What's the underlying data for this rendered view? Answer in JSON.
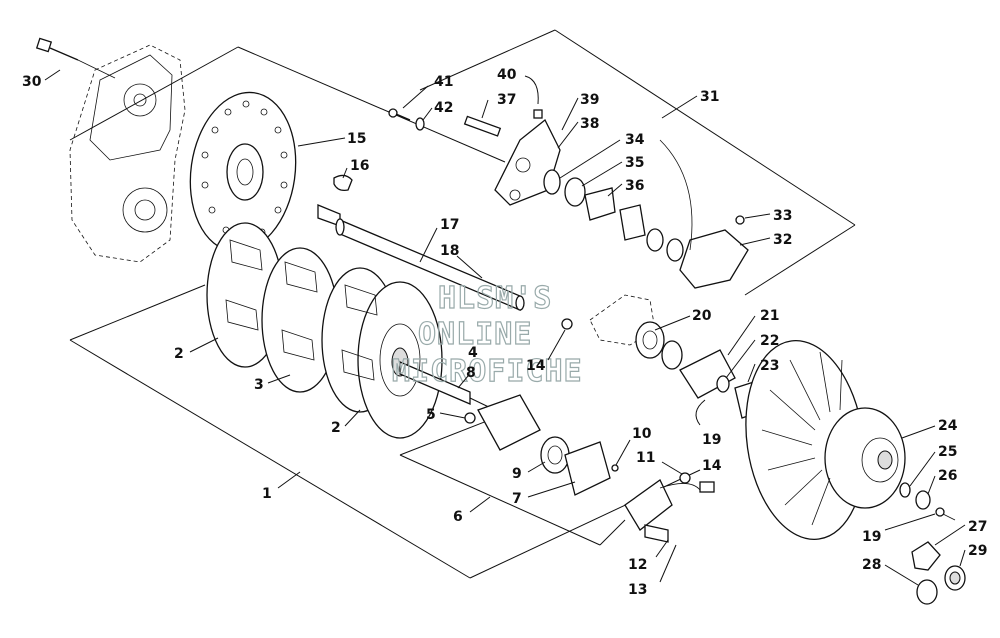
{
  "watermark": {
    "line1": "HLSM'S",
    "line2": "ONLINE",
    "line3": "MICROFICHE"
  },
  "callouts": [
    {
      "id": "c30",
      "label": "30"
    },
    {
      "id": "c15",
      "label": "15"
    },
    {
      "id": "c16",
      "label": "16"
    },
    {
      "id": "c17",
      "label": "17"
    },
    {
      "id": "c18",
      "label": "18"
    },
    {
      "id": "c2a",
      "label": "2"
    },
    {
      "id": "c3",
      "label": "3"
    },
    {
      "id": "c4",
      "label": "4"
    },
    {
      "id": "c8",
      "label": "8"
    },
    {
      "id": "c14a",
      "label": "14"
    },
    {
      "id": "c5",
      "label": "5"
    },
    {
      "id": "c2b",
      "label": "2"
    },
    {
      "id": "c1",
      "label": "1"
    },
    {
      "id": "c6",
      "label": "6"
    },
    {
      "id": "c9",
      "label": "9"
    },
    {
      "id": "c7",
      "label": "7"
    },
    {
      "id": "c10",
      "label": "10"
    },
    {
      "id": "c11",
      "label": "11"
    },
    {
      "id": "c14b",
      "label": "14"
    },
    {
      "id": "c12",
      "label": "12"
    },
    {
      "id": "c13",
      "label": "13"
    },
    {
      "id": "c41",
      "label": "41"
    },
    {
      "id": "c42",
      "label": "42"
    },
    {
      "id": "c40",
      "label": "40"
    },
    {
      "id": "c37",
      "label": "37"
    },
    {
      "id": "c39",
      "label": "39"
    },
    {
      "id": "c38",
      "label": "38"
    },
    {
      "id": "c34",
      "label": "34"
    },
    {
      "id": "c35",
      "label": "35"
    },
    {
      "id": "c36",
      "label": "36"
    },
    {
      "id": "c31",
      "label": "31"
    },
    {
      "id": "c33",
      "label": "33"
    },
    {
      "id": "c32",
      "label": "32"
    },
    {
      "id": "c20",
      "label": "20"
    },
    {
      "id": "c21",
      "label": "21"
    },
    {
      "id": "c22",
      "label": "22"
    },
    {
      "id": "c23",
      "label": "23"
    },
    {
      "id": "c19a",
      "label": "19"
    },
    {
      "id": "c24",
      "label": "24"
    },
    {
      "id": "c25",
      "label": "25"
    },
    {
      "id": "c26",
      "label": "26"
    },
    {
      "id": "c19b",
      "label": "19"
    },
    {
      "id": "c27",
      "label": "27"
    },
    {
      "id": "c29",
      "label": "29"
    },
    {
      "id": "c28",
      "label": "28"
    }
  ]
}
